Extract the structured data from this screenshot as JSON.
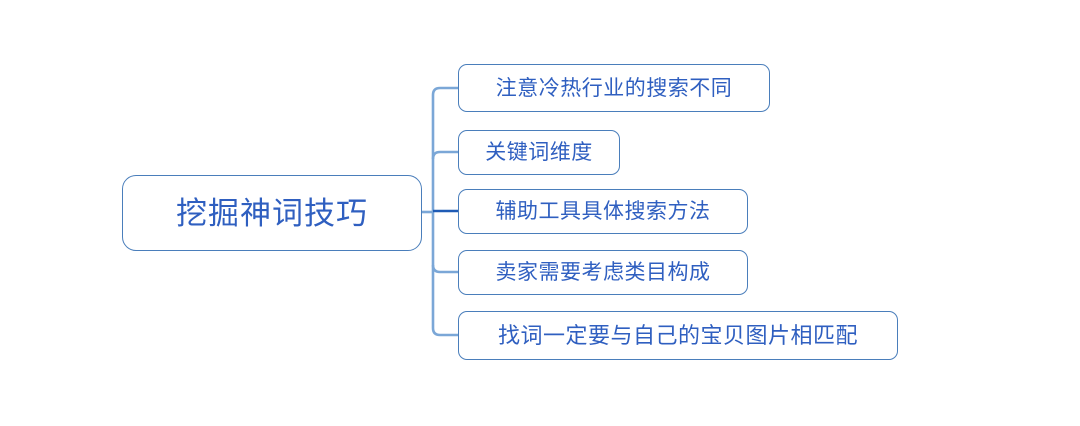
{
  "diagram": {
    "type": "mind-map",
    "title": "挖掘神词技巧",
    "background_color": "#ffffff",
    "root": {
      "label": "挖掘神词技巧"
    },
    "branches": [
      {
        "label": "注意冷热行业的搜索不同"
      },
      {
        "label": "关键词维度"
      },
      {
        "label": "辅助工具具体搜索方法"
      },
      {
        "label": "卖家需要考虑类目构成"
      },
      {
        "label": "找词一定要与自己的宝贝图片相匹配"
      }
    ],
    "colors": {
      "node_border": "#4a7ebb",
      "node_text": "#2f5fc0",
      "connector_light": "#7ba7d7",
      "connector_dark": "#1f5bb5",
      "node_fill": "#ffffff"
    }
  }
}
